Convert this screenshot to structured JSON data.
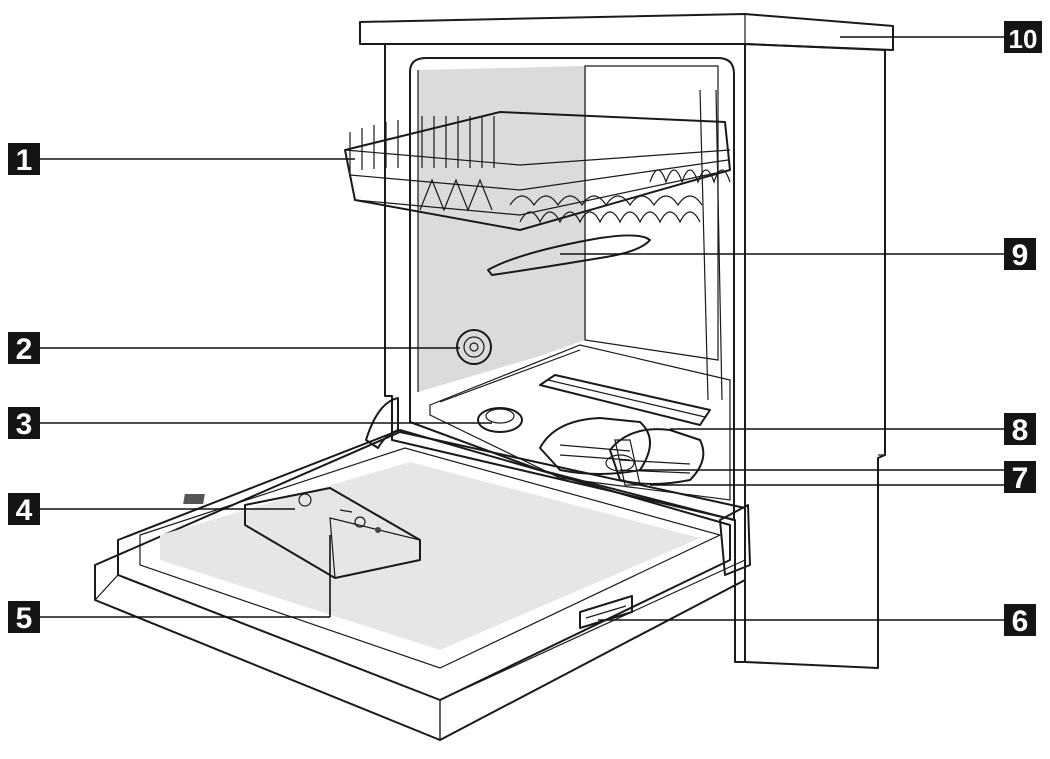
{
  "callouts": [
    {
      "id": "1",
      "label": "1"
    },
    {
      "id": "2",
      "label": "2"
    },
    {
      "id": "3",
      "label": "3"
    },
    {
      "id": "4",
      "label": "4"
    },
    {
      "id": "5",
      "label": "5"
    },
    {
      "id": "6",
      "label": "6"
    },
    {
      "id": "7",
      "label": "7"
    },
    {
      "id": "8",
      "label": "8"
    },
    {
      "id": "9",
      "label": "9"
    },
    {
      "id": "10",
      "label": "10"
    }
  ],
  "colors": {
    "ink": "#1a1a1a",
    "badge": "#141414",
    "panel_light": "#f1f2f1",
    "panel_mid": "#dcdedd",
    "panel_dark": "#c9cbca"
  }
}
